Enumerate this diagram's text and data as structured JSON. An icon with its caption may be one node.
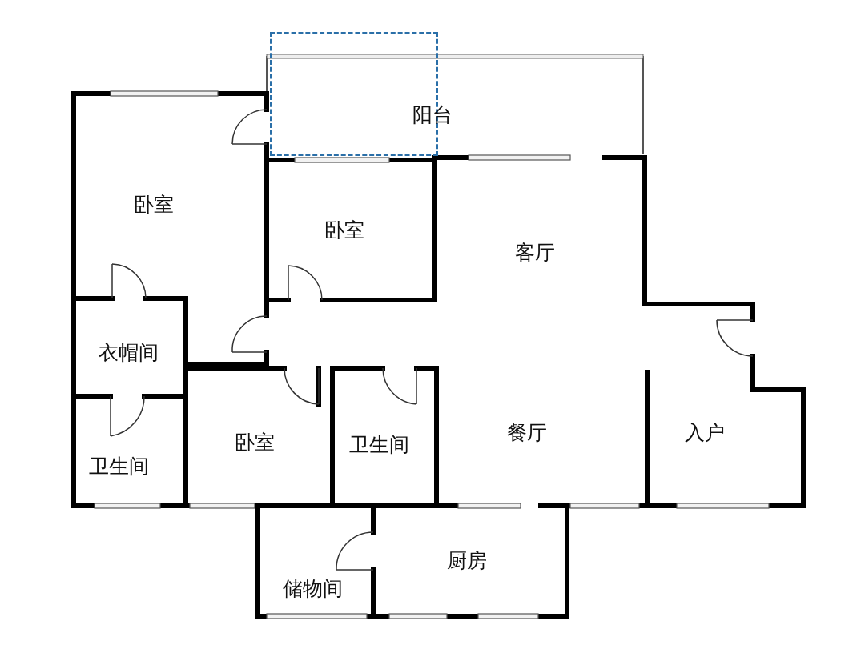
{
  "diagram": {
    "nodes": [
      {
        "text": [
          "阳台"
        ]
      }
    ],
    "labels": [
      "卧室",
      "卧室",
      "客厅",
      "衣帽间",
      "卫生间",
      "卧室",
      "卫生间",
      "餐厅",
      "入户",
      "厨房",
      "储物间"
    ]
  }
}
